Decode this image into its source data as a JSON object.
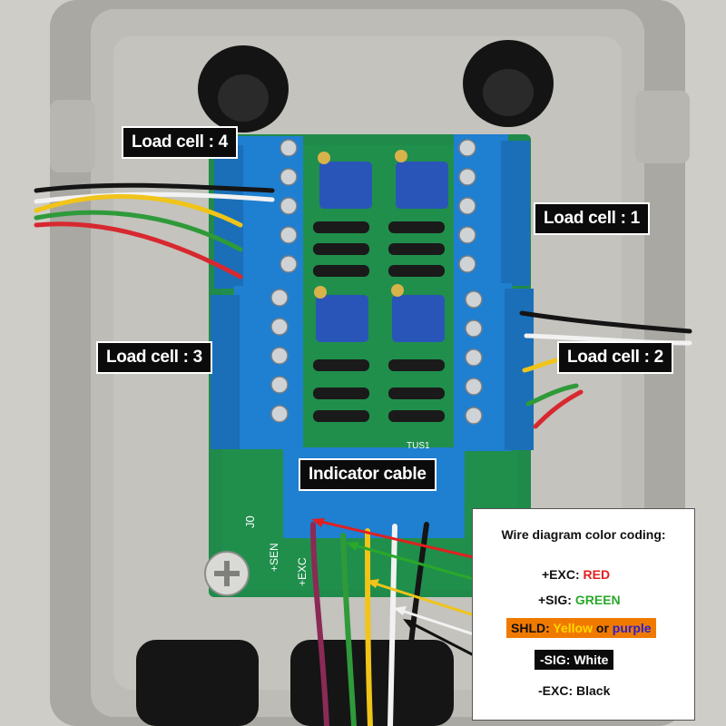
{
  "labels": {
    "load_cell_4": "Load cell : 4",
    "load_cell_1": "Load cell : 1",
    "load_cell_3": "Load cell : 3",
    "load_cell_2": "Load cell : 2",
    "indicator_cable": "Indicator cable"
  },
  "legend": {
    "title": "Wire diagram color coding:",
    "exc_plus": {
      "prefix": "+EXC: ",
      "color": "RED"
    },
    "sig_plus": {
      "prefix": "+SIG: ",
      "color": "GREEN"
    },
    "shld": {
      "prefix": "SHLD: ",
      "color1": "Yellow",
      "or": " or ",
      "color2": "purple"
    },
    "sig_minus": "-SIG: White",
    "exc_minus": "-EXC: Black"
  },
  "board_text": {
    "sen_plus": "+SEN",
    "exc_plus": "+EXC",
    "j0": "J0",
    "tus": "TUS1"
  },
  "colors": {
    "terminal_blue": "#1f7fd0",
    "pcb_green": "#1f8a4a",
    "enclosure": "#b9b8b2",
    "wire_red": "#d8282f",
    "wire_green": "#2f9a3a",
    "wire_yellow": "#f0c419",
    "wire_white": "#f2f2f2",
    "wire_black": "#151515",
    "wire_purple": "#8a2a55"
  }
}
